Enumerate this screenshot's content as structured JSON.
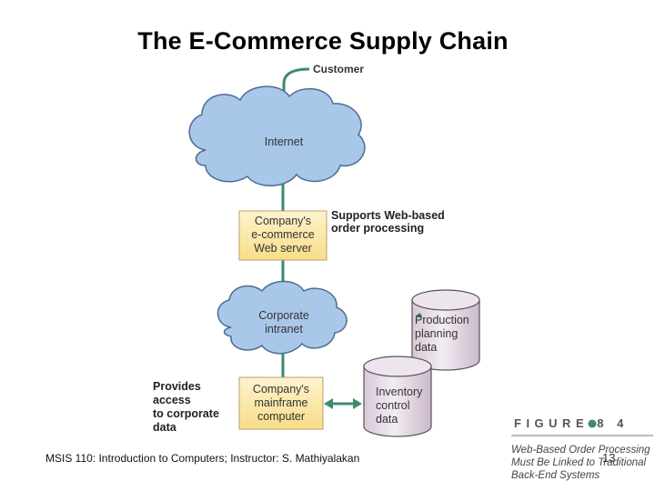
{
  "title": "The E-Commerce Supply Chain",
  "diagram": {
    "customer": "Customer",
    "internet": "Internet",
    "web_server": [
      "Company's",
      "e-commerce",
      "Web server"
    ],
    "web_server_note": [
      "Supports Web-based",
      "order processing"
    ],
    "intranet": [
      "Corporate",
      "intranet"
    ],
    "mainframe": [
      "Company's",
      "mainframe",
      "computer"
    ],
    "mainframe_note": [
      "Provides",
      "access",
      "to corporate",
      "data"
    ],
    "production_db": [
      "Production",
      "planning",
      "data"
    ],
    "inventory_db": [
      "Inventory",
      "control",
      "data"
    ]
  },
  "figure": {
    "label": "FIGURE 8 4",
    "caption": [
      "Web-Based Order Processing",
      "Must Be Linked to Traditional",
      "Back-End Systems"
    ]
  },
  "footer": "MSIS 110: Introduction to Computers; Instructor: S. Mathiyalakan",
  "page_number": "13",
  "colors": {
    "cloud_fill": "#a9c7e9",
    "cloud_stroke": "#4d6d92",
    "server_fill": "#fbe7a8",
    "database_fill": "#e8dce8",
    "connector": "#3f8a6e"
  }
}
